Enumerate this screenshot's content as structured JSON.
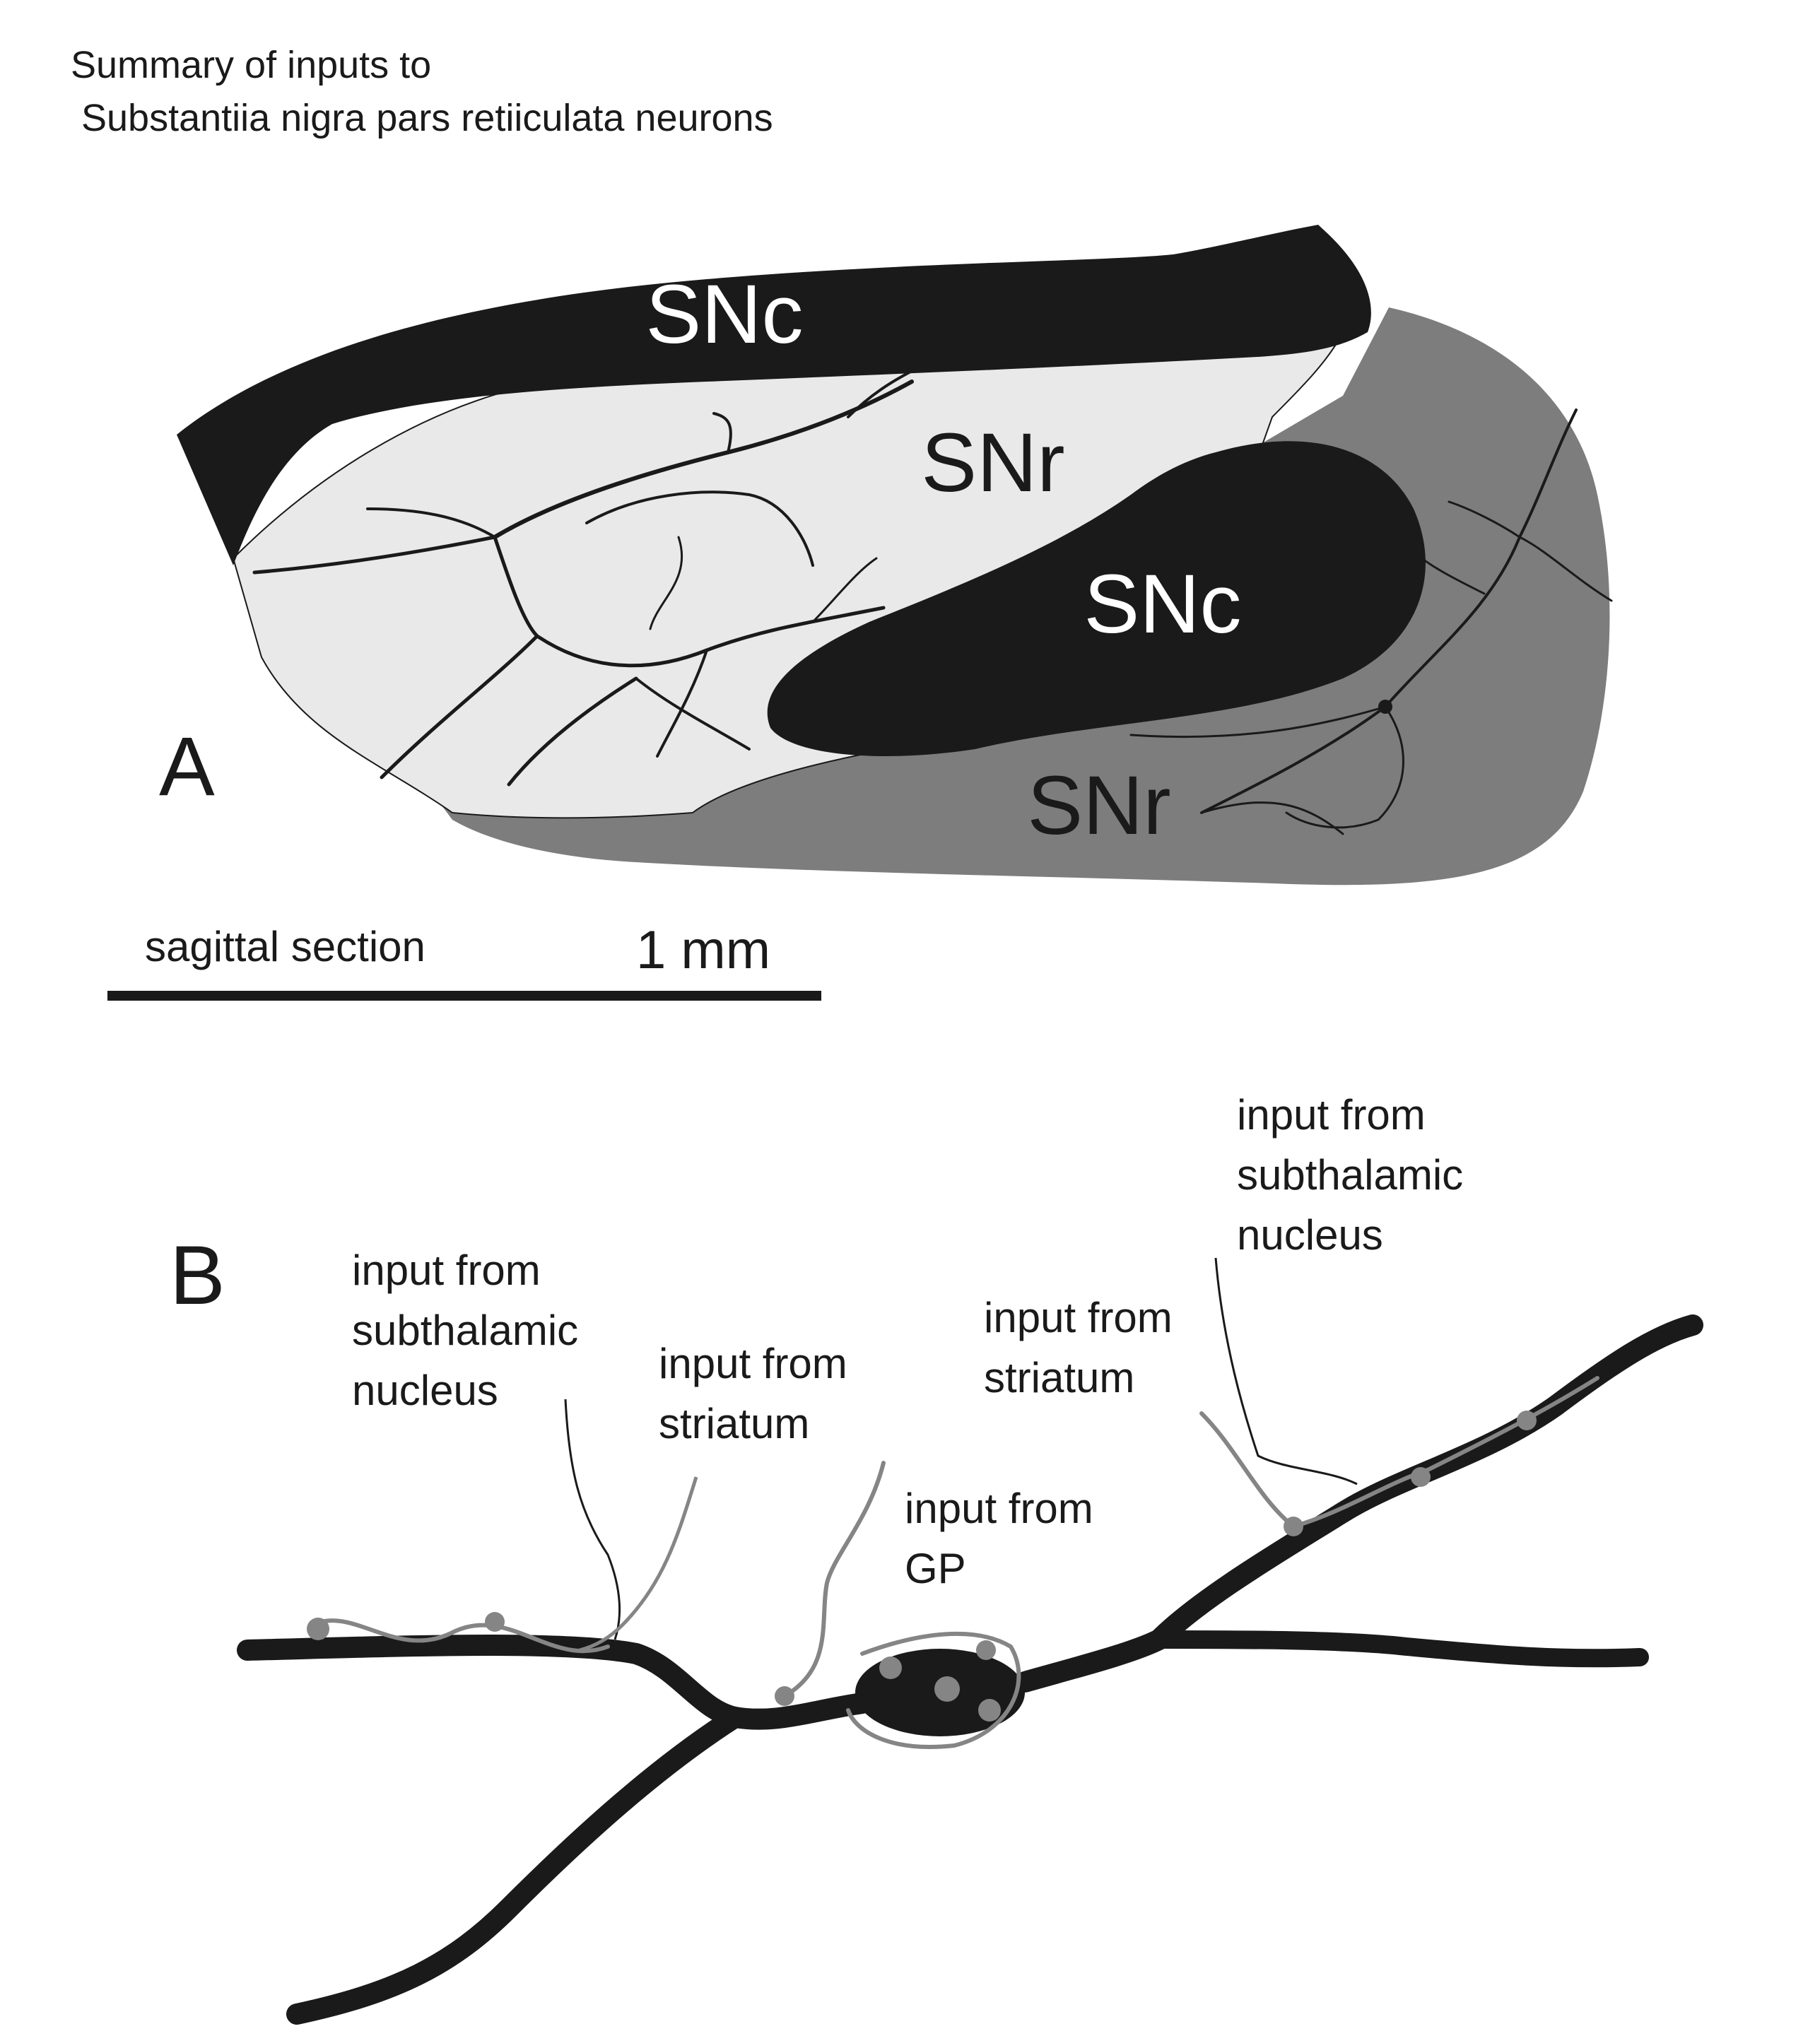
{
  "title": {
    "line1": "Summary of inputs to",
    "line2": "Substantiia nigra pars retiiculata neurons"
  },
  "panel_a": {
    "letter": "A",
    "regions": {
      "snc_top": "SNc",
      "snr_left": "SNr",
      "snc_middle": "SNc",
      "snr_right": "SNr"
    },
    "scale_bar": {
      "section_label": "sagittal section",
      "length_label": "1 mm"
    }
  },
  "panel_b": {
    "letter": "B",
    "inputs": {
      "stn_left": [
        "input from",
        "subthalamic",
        "nucleus"
      ],
      "striatum_left": [
        "input from",
        "striatum"
      ],
      "gp": [
        "input from",
        "GP"
      ],
      "striatum_right": [
        "input from",
        "striatum"
      ],
      "stn_right": [
        "input from",
        "subthalamic",
        "nucleus"
      ]
    }
  },
  "colors": {
    "black": "#1a1a1a",
    "light_gray": "#e9e9e9",
    "mid_gray": "#7d7d7d",
    "input_gray": "#858585"
  }
}
